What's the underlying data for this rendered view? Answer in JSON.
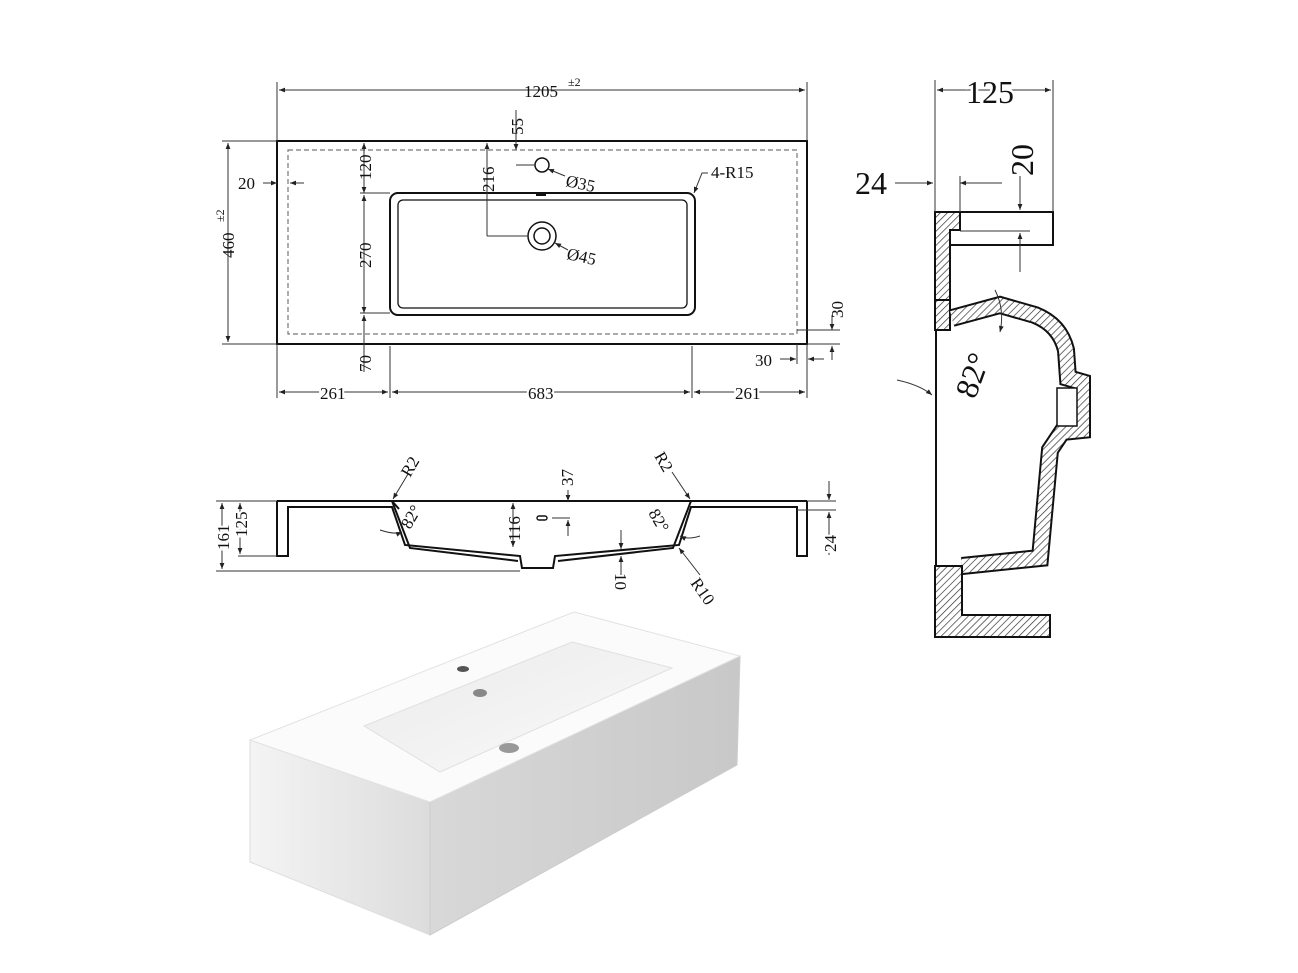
{
  "top_view": {
    "overall_width": "1205",
    "tolerance_width": "±2",
    "overall_depth": "460",
    "tolerance_depth": "±2",
    "tap_offset": "55",
    "edge_to_basin": "120",
    "tap_to_drain": "216",
    "inner_offset_left": "20",
    "tap_hole": "Ø35",
    "corner_radius": "4-R15",
    "basin_depth": "270",
    "drain_hole": "Ø45",
    "inner_offset_right_v": "30",
    "front_to_basin": "70",
    "inner_offset_right_h": "30",
    "left_margin": "261",
    "basin_width": "683",
    "right_margin": "261"
  },
  "front_section": {
    "radius_left": "R2",
    "radius_right": "R2",
    "overflow_offset": "37",
    "angle_left": "82°",
    "angle_right": "82°",
    "bowl_depth": "116",
    "total_height": "161",
    "body_height": "125",
    "rim_thickness": "24",
    "bottom_thickness": "10",
    "bottom_radius": "R10"
  },
  "side_section": {
    "height": "125",
    "rim_offset": "24",
    "overflow_gap": "20",
    "angle": "82°"
  }
}
